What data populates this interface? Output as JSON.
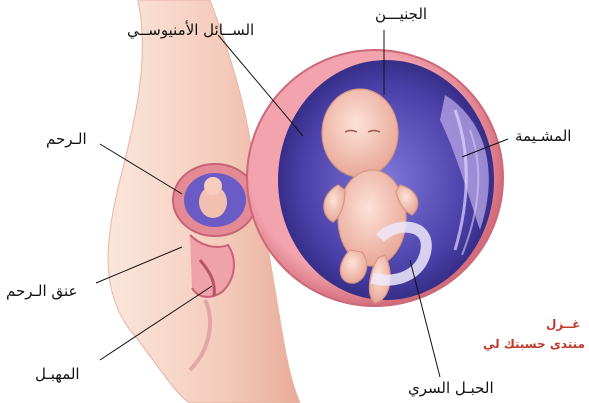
{
  "labels": {
    "fetus": "الجنيـــن",
    "amniotic_fluid": "الســائل الأمنيوســي",
    "placenta": "المشـيمة",
    "uterus": "الـرحم",
    "cervix": "عنق الـرحم",
    "vagina": "المهبـل",
    "umbilical_cord": "الحبـل السري"
  },
  "credit": {
    "line1": "غــزل",
    "line2": "منتدى حسبتك لي"
  },
  "colors": {
    "skin": "#f5c9bb",
    "uterus_wall": "#e8909a",
    "amniotic": "#4a3f9f",
    "credit": "#c0392b"
  }
}
